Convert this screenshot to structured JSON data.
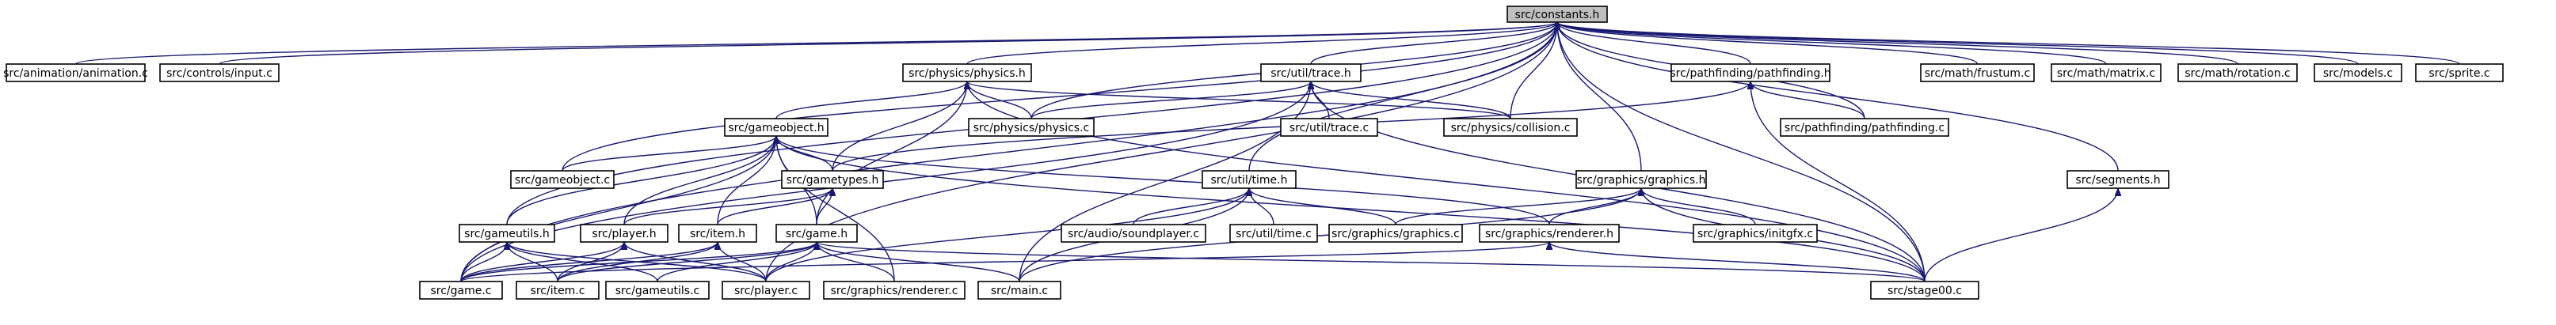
{
  "diagram": {
    "root": "constants",
    "nodes": [
      {
        "id": "constants",
        "label": "src/constants.h"
      },
      {
        "id": "animation",
        "label": "src/animation/animation.c"
      },
      {
        "id": "input",
        "label": "src/controls/input.c"
      },
      {
        "id": "physics_h",
        "label": "src/physics/physics.h"
      },
      {
        "id": "trace_h",
        "label": "src/util/trace.h"
      },
      {
        "id": "pathfinding_h",
        "label": "src/pathfinding/pathfinding.h"
      },
      {
        "id": "frustum",
        "label": "src/math/frustum.c"
      },
      {
        "id": "matrix",
        "label": "src/math/matrix.c"
      },
      {
        "id": "rotation",
        "label": "src/math/rotation.c"
      },
      {
        "id": "models",
        "label": "src/models.c"
      },
      {
        "id": "sprite",
        "label": "src/sprite.c"
      },
      {
        "id": "gameobject_h",
        "label": "src/gameobject.h"
      },
      {
        "id": "physics_c",
        "label": "src/physics/physics.c"
      },
      {
        "id": "trace_c",
        "label": "src/util/trace.c"
      },
      {
        "id": "collision",
        "label": "src/physics/collision.c"
      },
      {
        "id": "pathfinding_c",
        "label": "src/pathfinding/pathfinding.c"
      },
      {
        "id": "gameobject_c",
        "label": "src/gameobject.c"
      },
      {
        "id": "gametypes_h",
        "label": "src/gametypes.h"
      },
      {
        "id": "time_h",
        "label": "src/util/time.h"
      },
      {
        "id": "graphics_h",
        "label": "src/graphics/graphics.h"
      },
      {
        "id": "segments_h",
        "label": "src/segments.h"
      },
      {
        "id": "gameutils_h",
        "label": "src/gameutils.h"
      },
      {
        "id": "player_h",
        "label": "src/player.h"
      },
      {
        "id": "item_h",
        "label": "src/item.h"
      },
      {
        "id": "game_h",
        "label": "src/game.h"
      },
      {
        "id": "soundplayer",
        "label": "src/audio/soundplayer.c"
      },
      {
        "id": "time_c",
        "label": "src/util/time.c"
      },
      {
        "id": "graphics_c",
        "label": "src/graphics/graphics.c"
      },
      {
        "id": "renderer_h",
        "label": "src/graphics/renderer.h"
      },
      {
        "id": "initgfx",
        "label": "src/graphics/initgfx.c"
      },
      {
        "id": "game_c",
        "label": "src/game.c"
      },
      {
        "id": "item_c",
        "label": "src/item.c"
      },
      {
        "id": "gameutils_c",
        "label": "src/gameutils.c"
      },
      {
        "id": "player_c",
        "label": "src/player.c"
      },
      {
        "id": "renderer_c",
        "label": "src/graphics/renderer.c"
      },
      {
        "id": "main_c",
        "label": "src/main.c"
      },
      {
        "id": "stage00",
        "label": "src/stage00.c"
      }
    ],
    "edges": [
      [
        "constants",
        "animation"
      ],
      [
        "constants",
        "input"
      ],
      [
        "constants",
        "physics_h"
      ],
      [
        "constants",
        "trace_h"
      ],
      [
        "constants",
        "pathfinding_h"
      ],
      [
        "constants",
        "frustum"
      ],
      [
        "constants",
        "matrix"
      ],
      [
        "constants",
        "rotation"
      ],
      [
        "constants",
        "models"
      ],
      [
        "constants",
        "sprite"
      ],
      [
        "constants",
        "physics_c"
      ],
      [
        "constants",
        "collision"
      ],
      [
        "constants",
        "pathfinding_c"
      ],
      [
        "constants",
        "gameobject_c"
      ],
      [
        "constants",
        "time_h"
      ],
      [
        "constants",
        "graphics_h"
      ],
      [
        "constants",
        "segments_h"
      ],
      [
        "constants",
        "gameutils_h"
      ],
      [
        "constants",
        "game_c"
      ],
      [
        "constants",
        "player_c"
      ],
      [
        "constants",
        "stage00"
      ],
      [
        "physics_h",
        "gameobject_h"
      ],
      [
        "physics_h",
        "physics_c"
      ],
      [
        "physics_h",
        "collision"
      ],
      [
        "physics_h",
        "gametypes_h"
      ],
      [
        "physics_h",
        "game_h"
      ],
      [
        "physics_h",
        "stage00"
      ],
      [
        "trace_h",
        "trace_c"
      ],
      [
        "trace_h",
        "collision"
      ],
      [
        "trace_h",
        "physics_c"
      ],
      [
        "trace_h",
        "main_c"
      ],
      [
        "trace_h",
        "stage00"
      ],
      [
        "trace_h",
        "game_c"
      ],
      [
        "pathfinding_h",
        "pathfinding_c"
      ],
      [
        "pathfinding_h",
        "stage00"
      ],
      [
        "pathfinding_h",
        "gametypes_h"
      ],
      [
        "gameobject_h",
        "gameobject_c"
      ],
      [
        "gameobject_h",
        "gametypes_h"
      ],
      [
        "gameobject_h",
        "gameutils_h"
      ],
      [
        "gameobject_h",
        "player_h"
      ],
      [
        "gameobject_h",
        "item_h"
      ],
      [
        "gameobject_h",
        "game_h"
      ],
      [
        "gameobject_h",
        "game_c"
      ],
      [
        "gameobject_h",
        "renderer_c"
      ],
      [
        "gameobject_h",
        "renderer_h"
      ],
      [
        "gameobject_h",
        "stage00"
      ],
      [
        "gametypes_h",
        "player_h"
      ],
      [
        "gametypes_h",
        "item_h"
      ],
      [
        "gametypes_h",
        "game_h"
      ],
      [
        "time_h",
        "soundplayer"
      ],
      [
        "time_h",
        "time_c"
      ],
      [
        "time_h",
        "graphics_c"
      ],
      [
        "time_h",
        "main_c"
      ],
      [
        "time_h",
        "player_c"
      ],
      [
        "graphics_h",
        "graphics_c"
      ],
      [
        "graphics_h",
        "renderer_h"
      ],
      [
        "graphics_h",
        "initgfx"
      ],
      [
        "graphics_h",
        "main_c"
      ],
      [
        "graphics_h",
        "stage00"
      ],
      [
        "segments_h",
        "stage00"
      ],
      [
        "gameutils_h",
        "game_c"
      ],
      [
        "gameutils_h",
        "item_c"
      ],
      [
        "gameutils_h",
        "gameutils_c"
      ],
      [
        "gameutils_h",
        "player_c"
      ],
      [
        "player_h",
        "game_c"
      ],
      [
        "player_h",
        "item_c"
      ],
      [
        "player_h",
        "player_c"
      ],
      [
        "item_h",
        "game_c"
      ],
      [
        "item_h",
        "item_c"
      ],
      [
        "item_h",
        "player_c"
      ],
      [
        "game_h",
        "game_c"
      ],
      [
        "game_h",
        "item_c"
      ],
      [
        "game_h",
        "gameutils_c"
      ],
      [
        "game_h",
        "player_c"
      ],
      [
        "game_h",
        "renderer_c"
      ],
      [
        "game_h",
        "main_c"
      ],
      [
        "game_h",
        "stage00"
      ],
      [
        "renderer_h",
        "game_c"
      ],
      [
        "renderer_h",
        "stage00"
      ]
    ]
  }
}
